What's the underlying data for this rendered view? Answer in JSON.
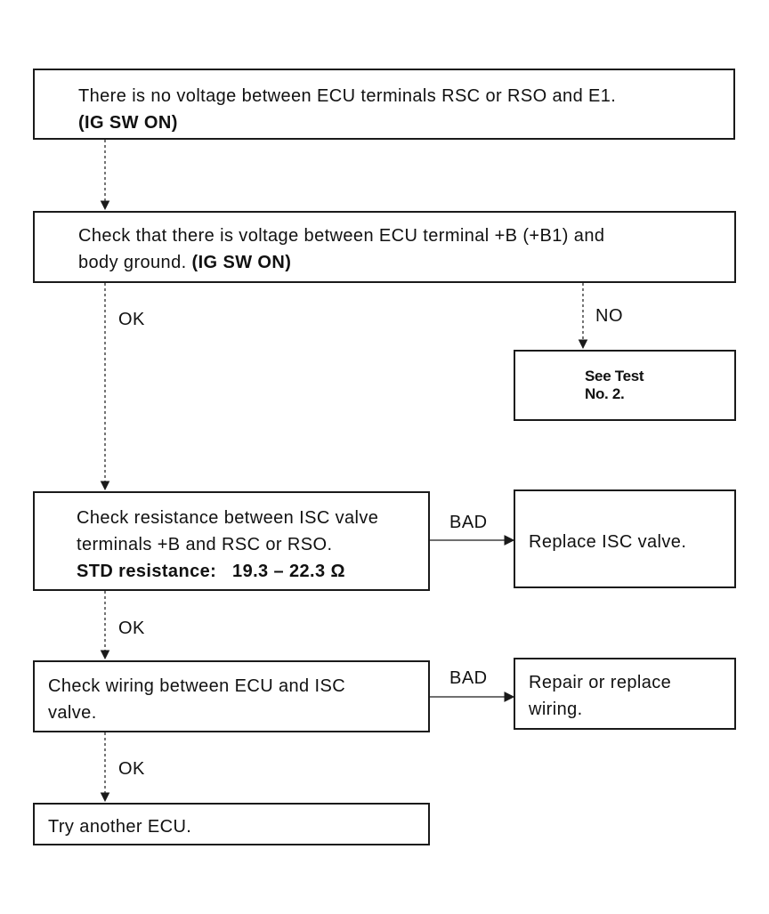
{
  "boxes": {
    "no_voltage": {
      "text": "There is no voltage between ECU terminals RSC or RSO and E1.",
      "condition": "(IG SW ON)"
    },
    "check_voltage": {
      "line1": "Check that there is voltage between ECU terminal +B (+B1) and",
      "line2_prefix": "body ground.",
      "condition": "(IG SW ON)"
    },
    "see_test": {
      "line1": "See Test",
      "line2": "No. 2."
    },
    "check_resistance": {
      "line1": "Check resistance between ISC valve",
      "line2": "terminals +B and RSC or RSO.",
      "std_label": "STD resistance:",
      "std_value": "19.3 – 22.3 Ω"
    },
    "replace_valve": {
      "text": "Replace ISC valve."
    },
    "check_wiring": {
      "line1": "Check wiring between ECU and ISC",
      "line2": "valve."
    },
    "repair_wiring": {
      "line1": "Repair or replace",
      "line2": "wiring."
    },
    "another_ecu": {
      "text": "Try another ECU."
    }
  },
  "labels": {
    "ok_1": "OK",
    "no": "NO",
    "bad_1": "BAD",
    "ok_2": "OK",
    "bad_2": "BAD",
    "ok_3": "OK"
  },
  "colors": {
    "line": "#1a1a1a",
    "background": "#ffffff"
  }
}
